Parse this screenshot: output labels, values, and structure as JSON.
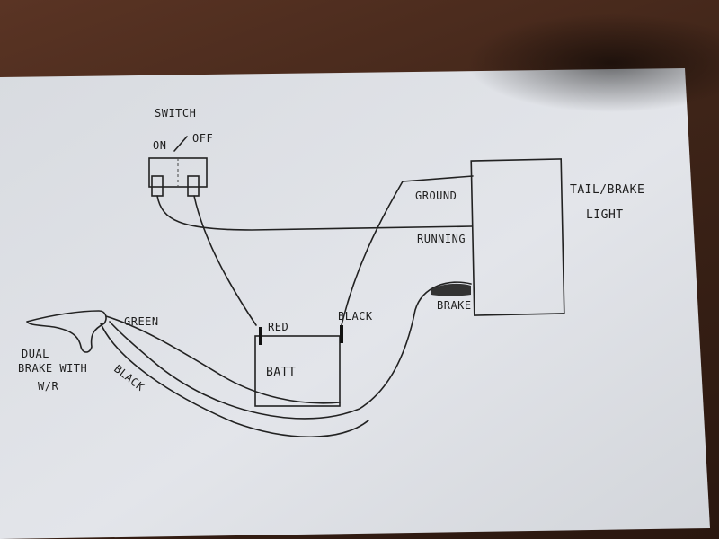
{
  "diagram": {
    "switch": {
      "title": "SWITCH",
      "on_label": "ON",
      "off_label": "OFF"
    },
    "light": {
      "title_line1": "TAIL/BRAKE",
      "title_line2": "LIGHT"
    },
    "battery": {
      "label": "BATT",
      "red_label": "RED",
      "black_label": "BLACK"
    },
    "wires": {
      "ground_label": "GROUND",
      "running_label": "RUNNING",
      "brake_label": "BRAKE"
    },
    "source": {
      "line1": "DUAL",
      "line2": "BRAKE WITH",
      "line3": "W/R",
      "green_label": "GREEN",
      "black_label": "BLACK"
    }
  }
}
